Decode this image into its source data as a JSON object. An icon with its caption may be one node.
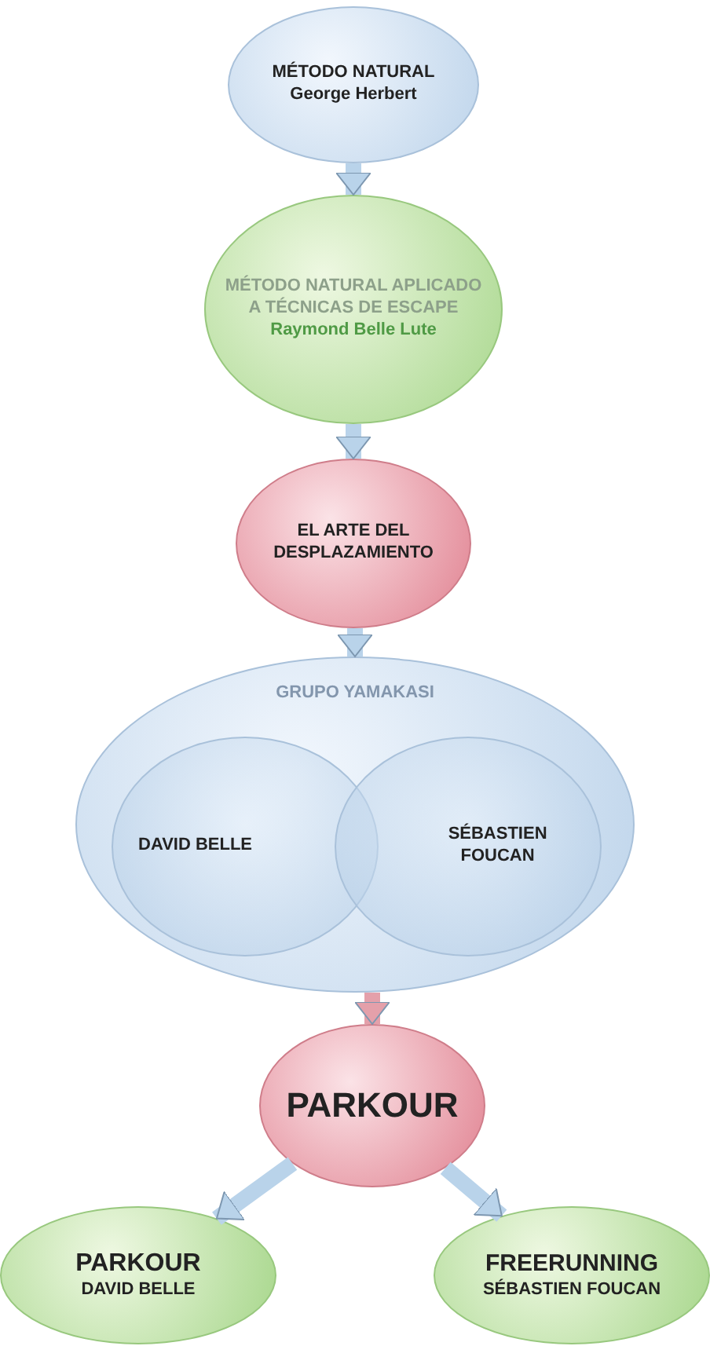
{
  "diagram": {
    "nodes": [
      {
        "text": [
          "MÉTODO NATURAL",
          "George Herbert"
        ]
      },
      {
        "text": [
          "MÉTODO NATURAL APLICADO A TÉCNICAS DE ESCAPE",
          "Raymond Belle Lute"
        ]
      },
      {
        "text": [
          "EL ARTE DEL DESPLAZAMIENTO"
        ]
      },
      {
        "text": [
          "GRUPO YAMAKASI"
        ]
      },
      {
        "text": [
          "DAVID BELLE"
        ],
        "in": 3
      },
      {
        "text": [
          "SÉBASTIEN FOUCAN"
        ],
        "in": 3
      },
      {
        "text": [
          "PARKOUR"
        ]
      },
      {
        "text": [
          "PARKOUR",
          "DAVID BELLE"
        ]
      },
      {
        "text": [
          "FREERUNNING",
          "SÉBASTIEN FOUCAN"
        ]
      }
    ],
    "edges": [
      {
        "from": 0,
        "to": 1,
        "arrow": "to"
      },
      {
        "from": 1,
        "to": 2,
        "arrow": "to"
      },
      {
        "from": 2,
        "to": 3,
        "arrow": "to"
      },
      {
        "from": 3,
        "to": 6,
        "arrow": "to",
        "color": "#e4a0aa"
      },
      {
        "from": 6,
        "to": 7,
        "arrow": "to"
      },
      {
        "from": 6,
        "to": 8,
        "arrow": "to"
      }
    ]
  }
}
